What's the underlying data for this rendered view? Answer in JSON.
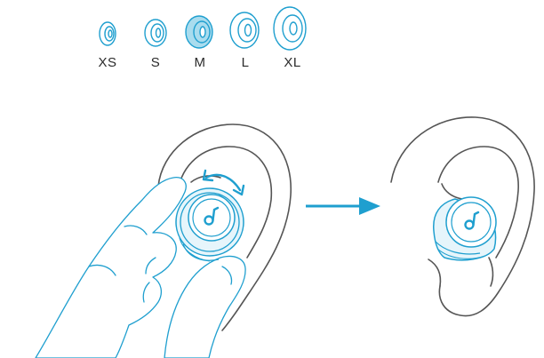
{
  "ear_tips": {
    "sizes": [
      {
        "label": "XS",
        "selected": false
      },
      {
        "label": "S",
        "selected": false
      },
      {
        "label": "M",
        "selected": true
      },
      {
        "label": "L",
        "selected": false
      },
      {
        "label": "XL",
        "selected": false
      }
    ]
  },
  "colors": {
    "line": "#1f9fcf",
    "fill_selected": "#a9dcee",
    "ear": "#555555",
    "arrow": "#1f9fcf"
  },
  "icons": {
    "rotate": "rotate-arrow-icon",
    "direction": "right-arrow-icon",
    "brand": "soundcore-logo-icon"
  }
}
